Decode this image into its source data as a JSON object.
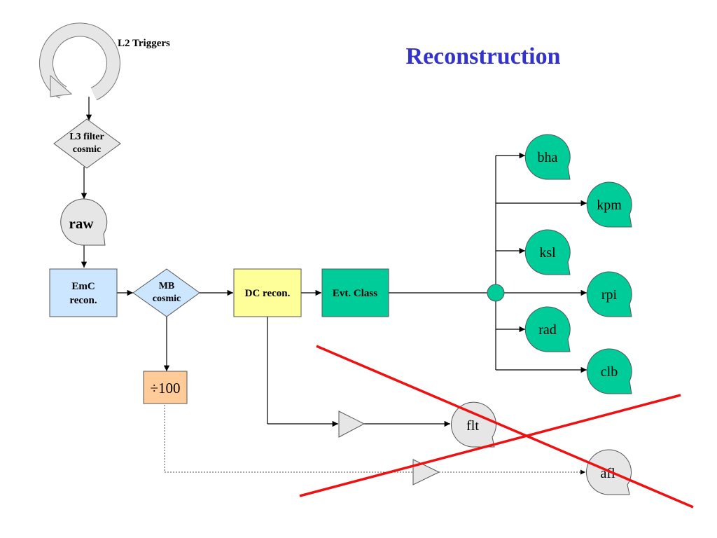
{
  "slide": {
    "title": "Reconstruction",
    "triggers_label": "L2 Triggers"
  },
  "nodes": {
    "l3_filter": "L3 filter cosmic",
    "raw": "raw",
    "emc_recon": "EmC recon.",
    "mb_cosmic": "MB cosmic",
    "dc_recon": "DC recon.",
    "evt_class": "Evt. Class",
    "prescale": "÷100",
    "flt": "flt",
    "afl": "afl"
  },
  "streams": [
    "bha",
    "kpm",
    "ksl",
    "rpi",
    "rad",
    "clb"
  ],
  "colors": {
    "title": "#3333cc",
    "stream_green": "#00cc99",
    "emc_blue": "#cce6ff",
    "mb_blue": "#cce6ff",
    "dc_yellow": "#ffff99",
    "prescale_orange": "#ffcc99",
    "grey": "#e6e6e6",
    "cross_red": "#ee1111"
  }
}
